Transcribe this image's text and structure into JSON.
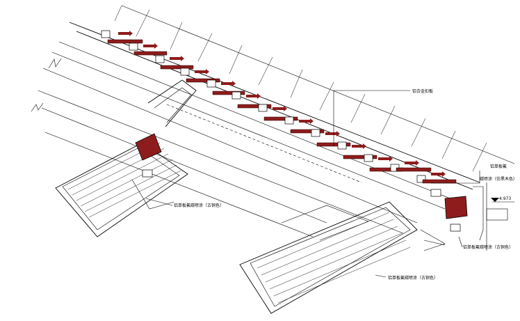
{
  "labels": {
    "aluminum_buckle": "铝合金扣板",
    "aluminum_trim_top_right_line1": "铝单板氟",
    "aluminum_trim_top_right_line2": "碳喷涂（仿黑木色）",
    "aluminum_panel_left": "铝单板氟碳喷涂（古铜色）",
    "aluminum_panel_right": "铝单板氟碳喷涂（古铜色）",
    "aluminum_panel_bottom": "铝单板氟碳喷涂（古铜色）",
    "elevation_mark": "4.973"
  },
  "colors": {
    "louver_fill": "#8e1c1c",
    "steel_fill": "#8e1c1c",
    "line": "#000000"
  }
}
